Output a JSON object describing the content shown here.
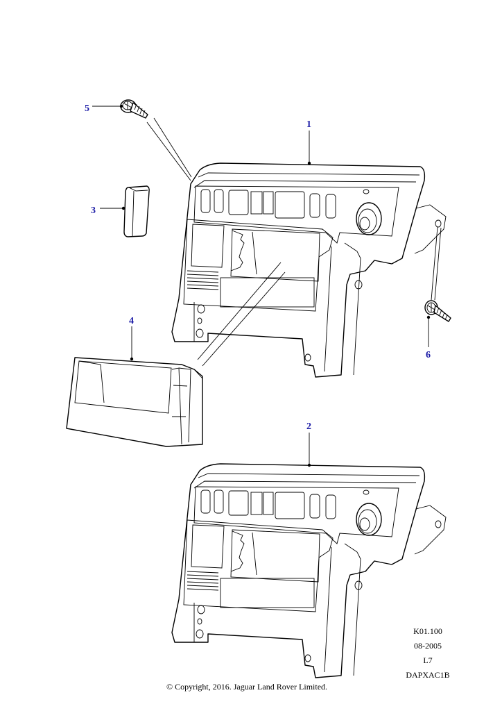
{
  "colors": {
    "callout": "#1a1aa6",
    "line": "#000000",
    "background": "#ffffff"
  },
  "callouts": [
    {
      "id": "1",
      "label": "1"
    },
    {
      "id": "2",
      "label": "2"
    },
    {
      "id": "3",
      "label": "3"
    },
    {
      "id": "4",
      "label": "4"
    },
    {
      "id": "5",
      "label": "5"
    },
    {
      "id": "6",
      "label": "6"
    }
  ],
  "reference": {
    "code": "K01.100",
    "date": "08-2005",
    "level": "L7",
    "image_id": "DAPXAC1B"
  },
  "copyright": "© Copyright, 2016. Jaguar Land Rover Limited."
}
